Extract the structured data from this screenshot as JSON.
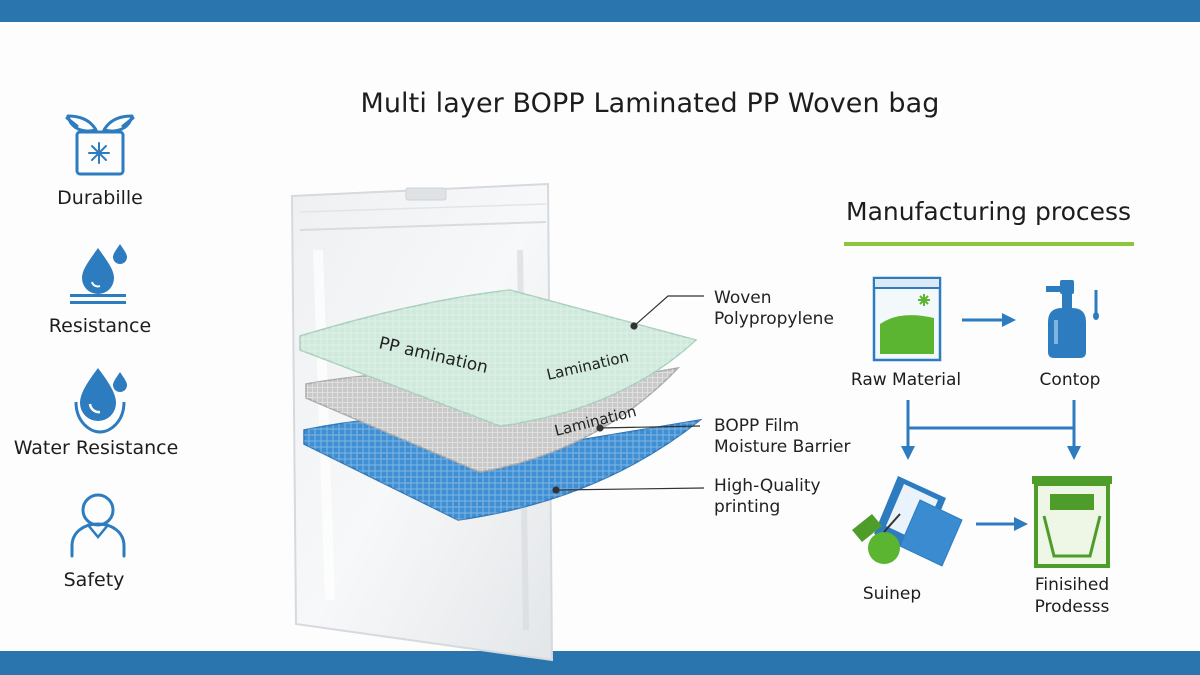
{
  "title": "Multi layer BOPP Laminated PP Woven bag",
  "features": [
    {
      "label": "Durabille",
      "icon": "box-leaf-icon"
    },
    {
      "label": "Resistance",
      "icon": "droplet-shield-icon"
    },
    {
      "label": "Water Resistance",
      "icon": "droplet-hand-icon"
    },
    {
      "label": "Safety",
      "icon": "person-icon"
    }
  ],
  "layers": {
    "top_text_left": "PP amination",
    "top_text_right": "Lamination",
    "middle_text": "Lamination"
  },
  "callouts": {
    "woven": [
      "Woven",
      "Polypropylene"
    ],
    "bopp": [
      "BOPP Film",
      "Moisture Barrier"
    ],
    "printing": [
      "High-Quality",
      "printing"
    ]
  },
  "process": {
    "title": "Manufacturing process",
    "steps": [
      {
        "label": "Raw Material",
        "icon": "raw-material-bag-icon"
      },
      {
        "label": "Contop",
        "icon": "spray-bottle-icon"
      },
      {
        "label": "Suinep",
        "icon": "sealing-tool-icon"
      },
      {
        "label": "Finisihed Prodesss",
        "label_lines": [
          "Finisihed",
          "Prodesss"
        ],
        "icon": "finished-bag-icon"
      }
    ]
  },
  "colors": {
    "band": "#2a75ae",
    "icon_blue": "#2d7cc0",
    "accent_green": "#8cc63f",
    "woven_layer": "#cfe9dc",
    "bopp_layer": "#c9c9c9",
    "print_layer": "#3f8fd4"
  }
}
